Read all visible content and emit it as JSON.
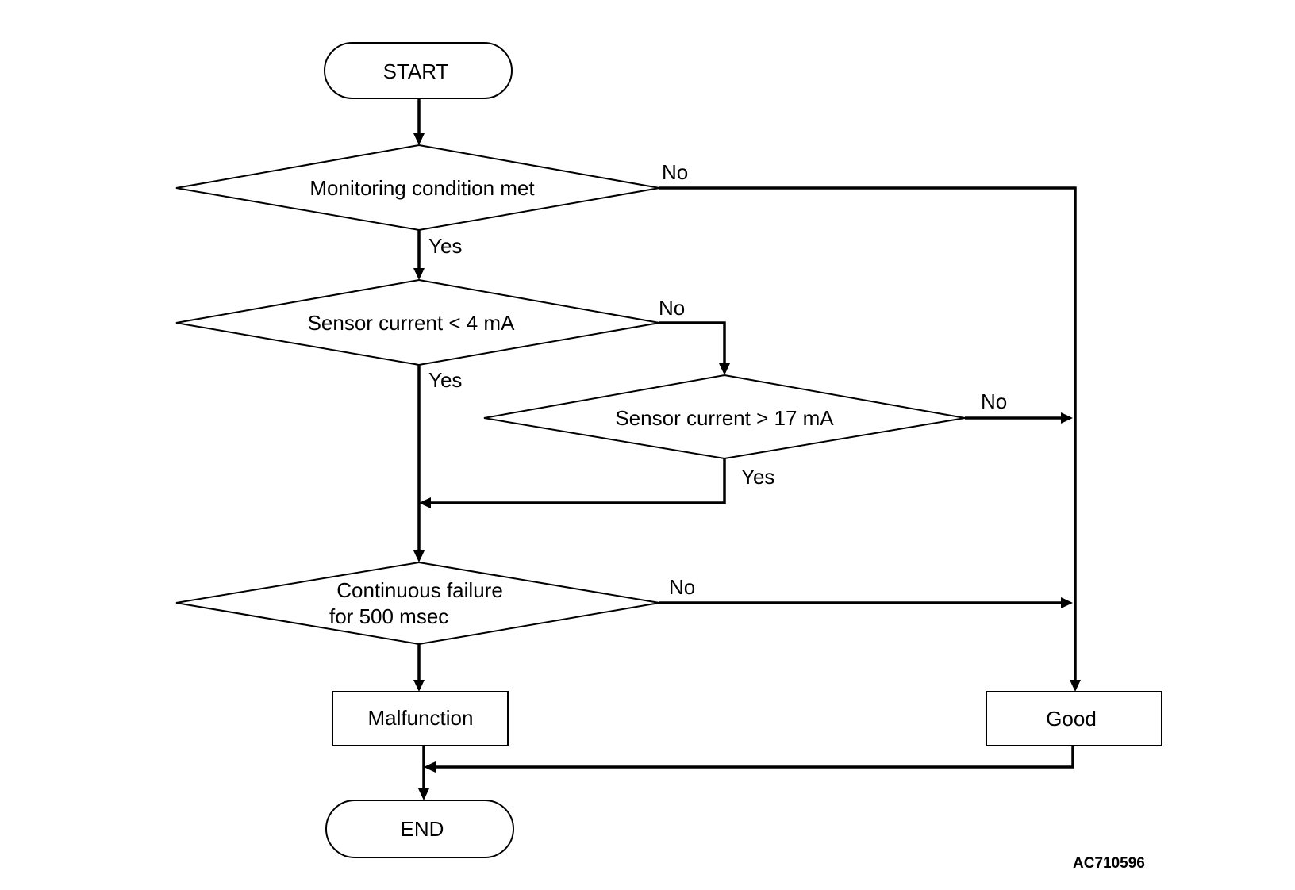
{
  "nodes": {
    "start": "START",
    "monitoring": "Monitoring condition met",
    "sensor_low": "Sensor current < 4 mA",
    "sensor_high": "Sensor current > 17 mA",
    "continuous_line1": "Continuous failure",
    "continuous_line2": "for 500 msec",
    "malfunction": "Malfunction",
    "good": "Good",
    "end": "END"
  },
  "branches": {
    "monitoring_no": "No",
    "monitoring_yes": "Yes",
    "sensor_low_no": "No",
    "sensor_low_yes": "Yes",
    "sensor_high_no": "No",
    "sensor_high_yes": "Yes",
    "continuous_no": "No"
  },
  "reference_code": "AC710596"
}
